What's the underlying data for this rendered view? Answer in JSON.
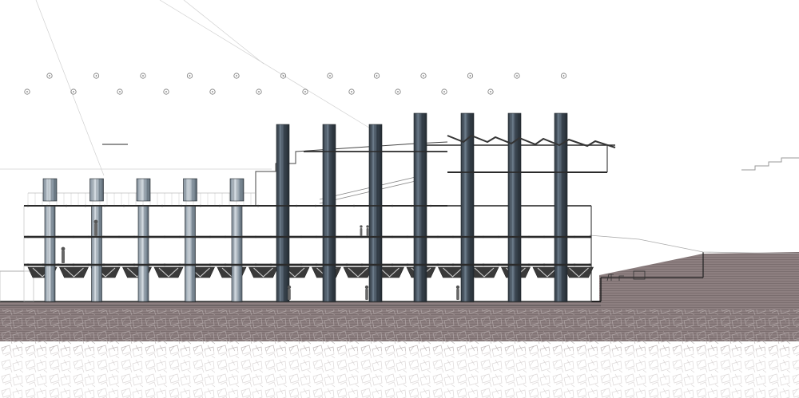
{
  "drawing": {
    "type": "architectural section drawing",
    "colors": {
      "paper": "#ffffff",
      "line": "#2b2b2b",
      "light_line": "#b9b9b9",
      "column_dark": "#39424c",
      "column_light": "#9aa7b3",
      "ground": "#8a7a7a",
      "hatch": "#c9c0c0"
    },
    "grid_marker_rows": [
      {
        "count": 12
      },
      {
        "count": 11
      }
    ],
    "column_groups": [
      {
        "label": "",
        "count": 5,
        "style": "light-clad"
      },
      {
        "label": "",
        "count": 3,
        "style": "dark"
      },
      {
        "label": "",
        "count": 4,
        "style": "dark"
      }
    ],
    "floor_levels": 4,
    "truss_modules": 18,
    "figures": 7
  },
  "annotations": [
    {
      "lines": [
        "",
        "",
        ""
      ]
    },
    {
      "lines": [
        "",
        ""
      ]
    },
    {
      "lines": [
        "",
        "",
        ""
      ]
    },
    {
      "lines": [
        "",
        "",
        ""
      ]
    },
    {
      "lines": [
        "",
        "",
        ""
      ]
    }
  ]
}
